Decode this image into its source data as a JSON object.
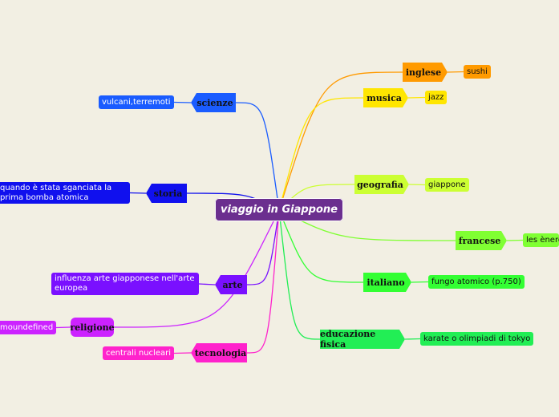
{
  "center": {
    "label": "viaggio in Giappone",
    "color": "#6b2f8f"
  },
  "topics": [
    {
      "id": "inglese",
      "label": "inglese",
      "color": "#ff9a00",
      "leaf": "sushi",
      "leaf_color": "#ff9a00",
      "leaf_text_color": "#111111"
    },
    {
      "id": "musica",
      "label": "musica",
      "color": "#ffe600",
      "leaf": "jazz",
      "leaf_color": "#ffe600",
      "leaf_text_color": "#111111"
    },
    {
      "id": "geografia",
      "label": "geografia",
      "color": "#ccff33",
      "leaf": "giappone",
      "leaf_color": "#ccff33",
      "leaf_text_color": "#111111"
    },
    {
      "id": "francese",
      "label": "francese",
      "color": "#80ff33",
      "leaf": "les ènergie",
      "leaf_color": "#80ff33",
      "leaf_text_color": "#111111"
    },
    {
      "id": "italiano",
      "label": "italiano",
      "color": "#33ff33",
      "leaf": "fungo atomico (p.750)",
      "leaf_color": "#33ff33",
      "leaf_text_color": "#111111"
    },
    {
      "id": "educazione-fisica",
      "label": "educazione fisica",
      "color": "#22ee55",
      "leaf": "karate o olimpiadi di tokyo",
      "leaf_color": "#22ee55",
      "leaf_text_color": "#111111"
    },
    {
      "id": "scienze",
      "label": "scienze",
      "color": "#1a5cff",
      "leaf": "vulcani,terremoti",
      "leaf_color": "#1a5cff",
      "leaf_text_color": "#ffffff"
    },
    {
      "id": "storia",
      "label": "storia",
      "color": "#1010ee",
      "leaf": "quando è stata sganciata la prima bomba atomica",
      "leaf_color": "#1010ee",
      "leaf_text_color": "#ffffff"
    },
    {
      "id": "arte",
      "label": "arte",
      "color": "#7a10ff",
      "leaf": "influenza arte giapponese nell'arte europea",
      "leaf_color": "#7a10ff",
      "leaf_text_color": "#ffffff"
    },
    {
      "id": "religione",
      "label": "religione",
      "color": "#cc22ff",
      "leaf": "moundefined",
      "leaf_color": "#cc22ff",
      "leaf_text_color": "#ffffff"
    },
    {
      "id": "tecnologia",
      "label": "tecnologia",
      "color": "#ff22cc",
      "leaf": "centrali nucleari",
      "leaf_color": "#ff22cc",
      "leaf_text_color": "#ffffff"
    }
  ]
}
